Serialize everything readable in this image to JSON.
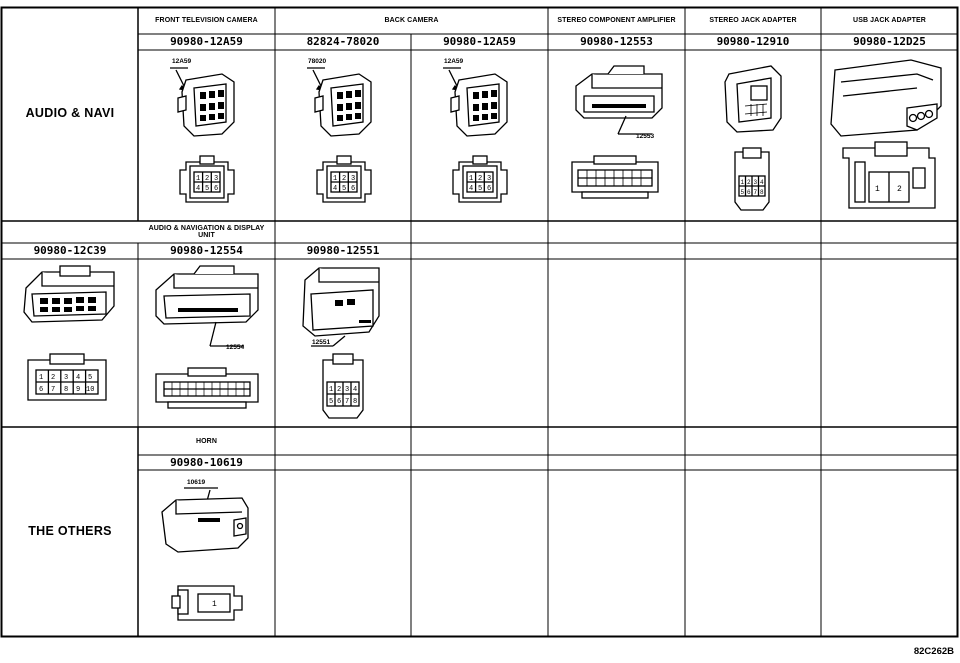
{
  "categories": {
    "audio_navi": "AUDIO & NAVI",
    "the_others": "THE OTHERS"
  },
  "audio_navi": {
    "front_tv_camera": {
      "header": "FRONT TELEVISION CAMERA",
      "part": "90980-12A59",
      "code": "12A59",
      "pins": [
        "1",
        "2",
        "3",
        "4",
        "5",
        "6"
      ]
    },
    "back_camera": {
      "header": "BACK CAMERA",
      "parts": [
        {
          "part": "82824-78020",
          "code": "78020",
          "pins": [
            "1",
            "2",
            "3",
            "4",
            "5",
            "6"
          ]
        },
        {
          "part": "90980-12A59",
          "code": "12A59",
          "pins": [
            "1",
            "2",
            "3",
            "4",
            "5",
            "6"
          ]
        }
      ]
    },
    "stereo_component_amplifier": {
      "header": "STEREO COMPONENT AMPLIFIER",
      "part": "90980-12553",
      "code": "12553"
    },
    "stereo_jack_adapter": {
      "header": "STEREO JACK ADAPTER",
      "part": "90980-12910",
      "pins": [
        "1",
        "2",
        "3",
        "4",
        "5",
        "6",
        "7",
        "8"
      ]
    },
    "usb_jack_adapter": {
      "header": "USB JACK ADAPTER",
      "part": "90980-12D25",
      "pins": [
        "1",
        "2"
      ]
    },
    "display_unit": {
      "header": "AUDIO & NAVIGATION & DISPLAY UNIT",
      "parts": [
        {
          "part": "90980-12C39",
          "pins": [
            "1",
            "2",
            "3",
            "4",
            "5",
            "6",
            "7",
            "8",
            "9",
            "10"
          ]
        },
        {
          "part": "90980-12554",
          "code": "12554"
        },
        {
          "part": "90980-12551",
          "code": "12551",
          "pins": [
            "1",
            "2",
            "3",
            "4",
            "5",
            "6",
            "7",
            "8"
          ]
        }
      ]
    }
  },
  "the_others": {
    "horn": {
      "header": "HORN",
      "part": "90980-10619",
      "code": "10619",
      "pins": [
        "1"
      ]
    }
  },
  "figure_id": "82C262B"
}
